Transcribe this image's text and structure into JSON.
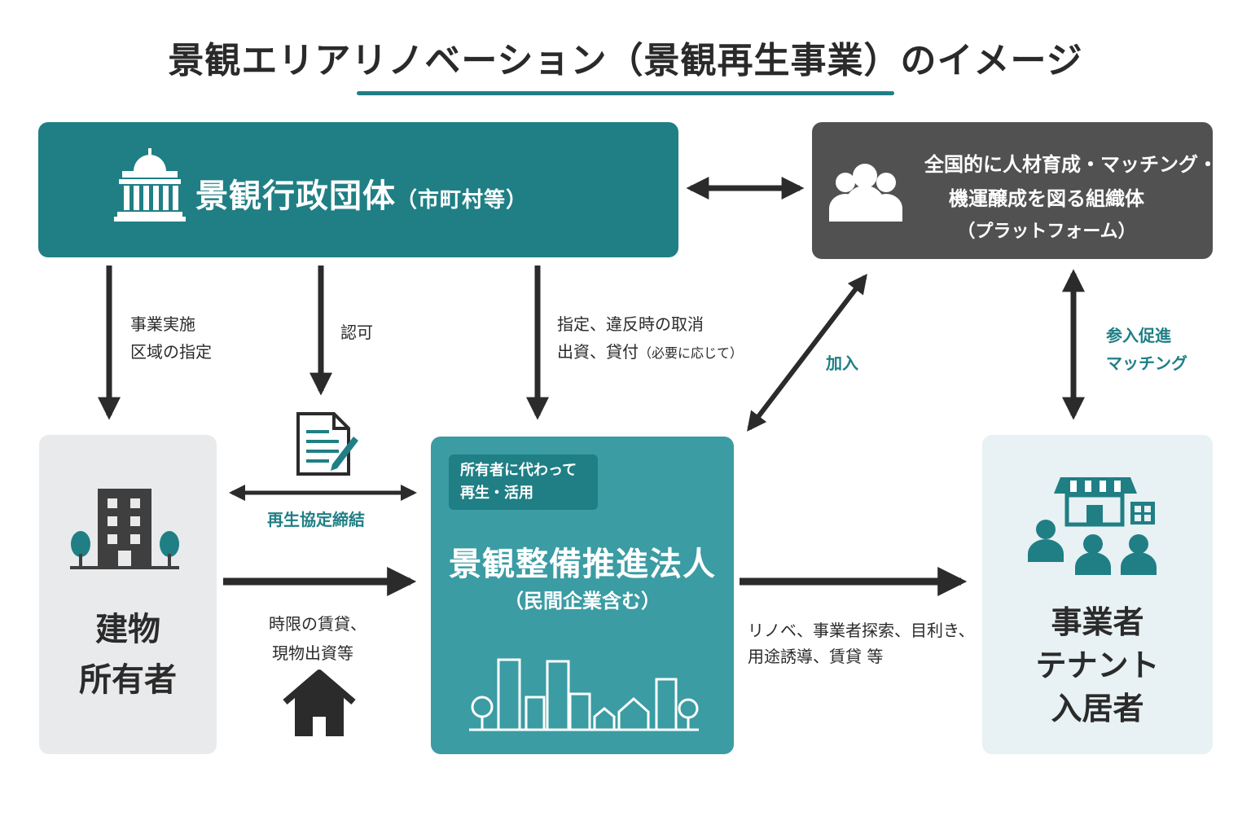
{
  "title": "景観エリアリノベーション（景観再生事業）のイメージ",
  "gov": {
    "title": "景観行政団体",
    "sub": "（市町村等）",
    "icon": "government-building-icon"
  },
  "platform": {
    "line1": "全国的に人材育成・マッチング・",
    "line2": "機運醸成を図る組織体",
    "line3": "（プラットフォーム）",
    "icon": "people-group-icon"
  },
  "owner": {
    "line1": "建物",
    "line2": "所有者",
    "icon": "building-with-trees-icon"
  },
  "corp": {
    "tag_line1": "所有者に代わって",
    "tag_line2": "再生・活用",
    "title": "景観整備推進法人",
    "sub": "（民間企業含む）",
    "icon": "cityscape-icon"
  },
  "tenant": {
    "line1": "事業者",
    "line2": "テナント",
    "line3": "入居者",
    "icon": "shop-and-people-icon"
  },
  "labels": {
    "designation_l1": "事業実施",
    "designation_l2": "区域の指定",
    "approval": "認可",
    "designate_l1": "指定、違反時の取消",
    "designate_l2a": "出資、貸付",
    "designate_l2b": "（必要に応じて）",
    "join": "加入",
    "promote_l1": "参入促進",
    "promote_l2": "マッチング",
    "agreement": "再生協定締結",
    "lease_l1": "時限の賃貸、",
    "lease_l2": "現物出資等",
    "renov_l1": "リノベ、事業者探索、目利き、",
    "renov_l2": "用途誘導、賃貸 等"
  },
  "colors": {
    "teal_dark": "#1f7f85",
    "teal_light": "#3b9ca3",
    "gray_dark": "#515151",
    "gray_light": "#e9eaec",
    "tenant_bg": "#e8f1f3",
    "arrow": "#2b2b2b"
  }
}
